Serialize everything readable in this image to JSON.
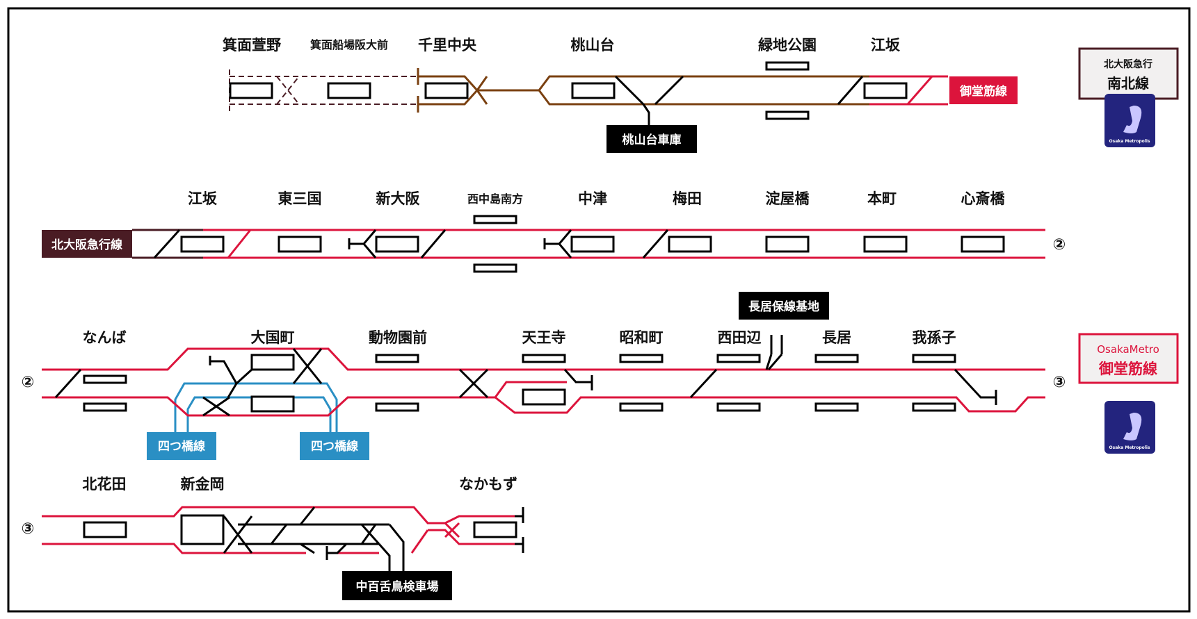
{
  "colors": {
    "midosuji": "#dc143c",
    "kitakyu": "#7a4010",
    "kitakyu_dark": "#4a1c24",
    "yotsubashi": "#2a8fc4",
    "black": "#000000",
    "metro_logo": "#23247e"
  },
  "legend": {
    "kitakyu": {
      "line1": "北大阪急行",
      "line2": "南北線"
    },
    "midosuji": {
      "line1": "OsakaMetro",
      "line2": "御堂筋線"
    },
    "logo_text": "Osaka Metropolis"
  },
  "row1": {
    "stations": [
      "箕面萱野",
      "箕面船場阪大前",
      "千里中央",
      "桃山台",
      "緑地公園",
      "江坂"
    ],
    "depot": "桃山台車庫",
    "connect_label": "御堂筋線"
  },
  "row2": {
    "stations": [
      "江坂",
      "東三国",
      "新大阪",
      "西中島南方",
      "中津",
      "梅田",
      "淀屋橋",
      "本町",
      "心斎橋"
    ],
    "connect_label": "北大阪急行線",
    "continue_marker": "②"
  },
  "row3": {
    "start_marker": "②",
    "stations": [
      "なんば",
      "大国町",
      "動物園前",
      "天王寺",
      "昭和町",
      "西田辺",
      "長居",
      "我孫子"
    ],
    "depot": "長居保線基地",
    "yotsubashi_labels": [
      "四つ橋線",
      "四つ橋線"
    ],
    "continue_marker": "③"
  },
  "row4": {
    "start_marker": "③",
    "stations": [
      "北花田",
      "新金岡",
      "なかもず"
    ],
    "depot": "中百舌鳥検車場"
  }
}
